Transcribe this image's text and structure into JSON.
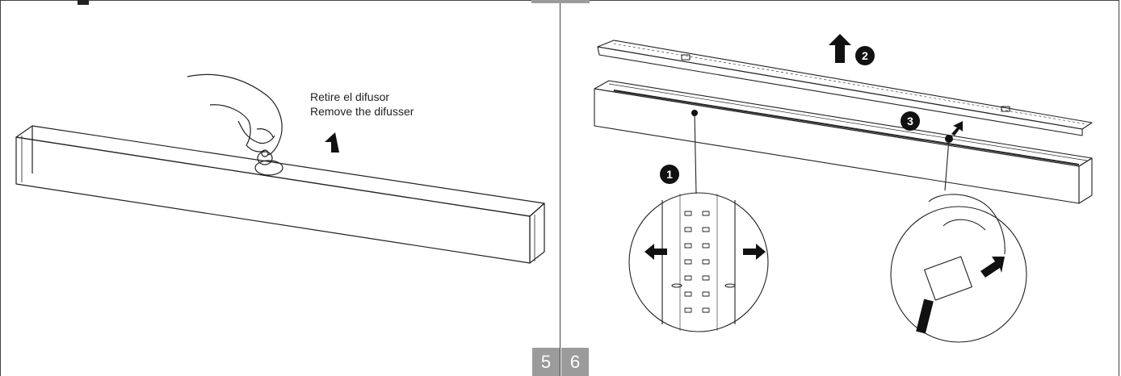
{
  "instruction": {
    "spanish": "Retire el difusor",
    "english": "Remove the difusser"
  },
  "steps": [
    "1",
    "2",
    "3"
  ],
  "page_numbers": {
    "left": "5",
    "right": "6"
  },
  "icons": [
    "up-arrow-icon",
    "hand-icon",
    "suction-cup-icon",
    "lamp-body-icon",
    "diffuser-icon",
    "connector-icon"
  ],
  "colors": {
    "line": "#222222",
    "page_tab": "#9b9b9b",
    "step_badge": "#111111"
  }
}
